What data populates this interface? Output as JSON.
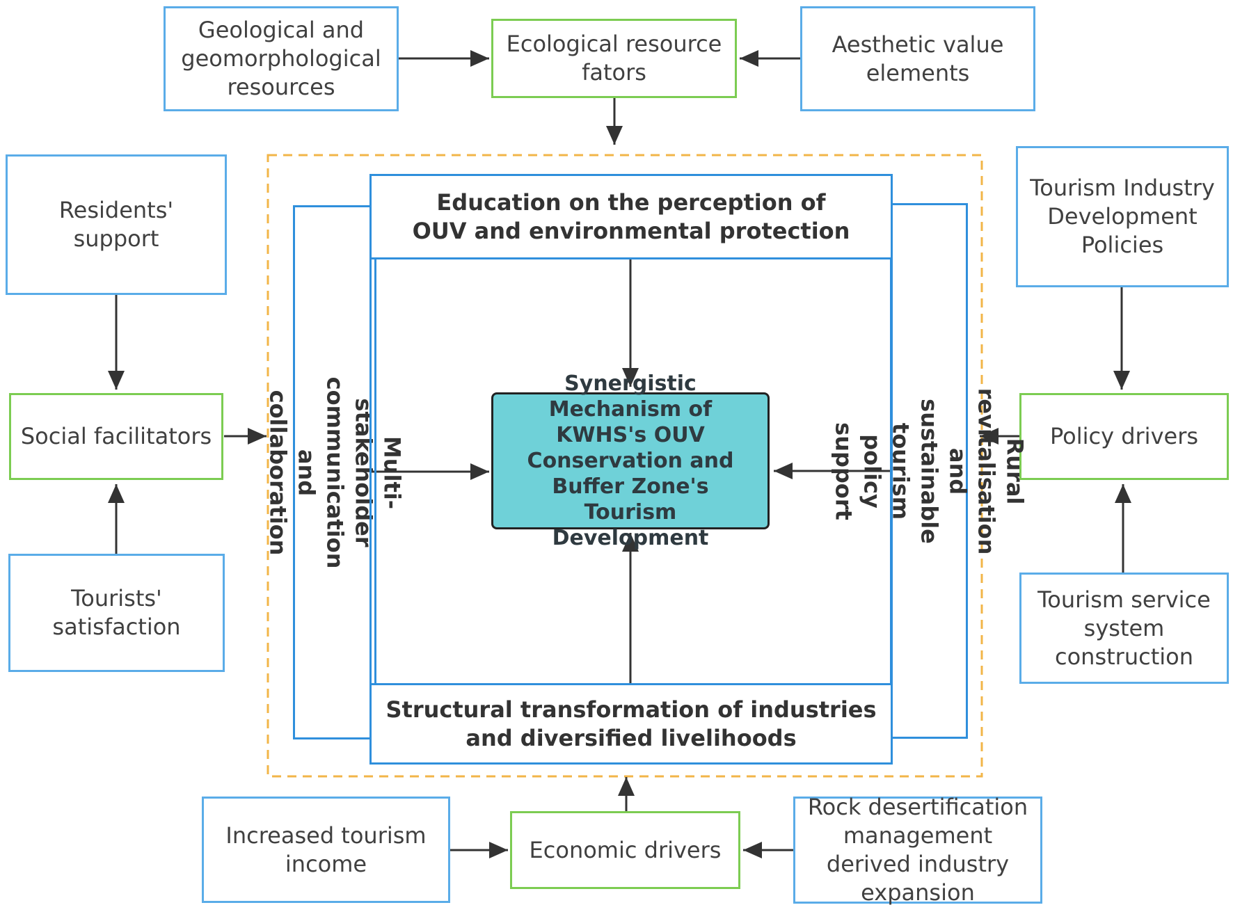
{
  "geological": "Geological and geomorphological resources",
  "ecological": "Ecological resource fators",
  "aesthetic": "Aesthetic value elements",
  "residents": "Residents' support",
  "social": "Social facilitators",
  "tourists": "Tourists' satisfaction",
  "policy_dev": "Tourism Industry Development Policies",
  "policy_drivers": "Policy drivers",
  "service": "Tourism service system construction",
  "education": "Education on the perception of OUV and environmental protection",
  "multi": "Multi-stakeholder communication and collaboration",
  "rural": "Rural revitalisation and sustainable tourism policy support",
  "structural": "Structural transformation of industries and diversified livelihoods",
  "center": "Synergistic Mechanism of KWHS's OUV Conservation and Buffer Zone's Tourism Development",
  "income": "Increased tourism income",
  "economic": "Economic drivers",
  "rock": "Rock desertification management derived industry expansion",
  "colors": {
    "outer_border": "#5aace8",
    "driver_border": "#7ccc52",
    "frame_border": "#2f8fdc",
    "dashed_border": "#f2b548",
    "center_fill": "#6fd1d8"
  }
}
